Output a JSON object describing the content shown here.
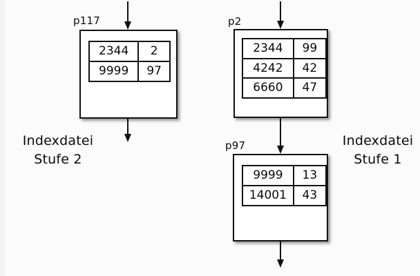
{
  "diagram": {
    "kind": "index-file-structure",
    "colors": {
      "ink": "#111111",
      "background": "#fbfbfb",
      "box_fill": "#ffffff",
      "shadow": "rgba(0,0,0,0.40)"
    },
    "nodes": {
      "p117": {
        "label": "p117",
        "rows": [
          {
            "key": "2344",
            "ptr": "2"
          },
          {
            "key": "9999",
            "ptr": "97"
          }
        ]
      },
      "p2": {
        "label": "p2",
        "rows": [
          {
            "key": "2344",
            "ptr": "99"
          },
          {
            "key": "4242",
            "ptr": "42"
          },
          {
            "key": "6660",
            "ptr": "47"
          }
        ]
      },
      "p97": {
        "label": "p97",
        "rows": [
          {
            "key": "9999",
            "ptr": "13"
          },
          {
            "key": "14001",
            "ptr": "43"
          }
        ]
      }
    },
    "captions": {
      "left": {
        "line1": "Indexdatei",
        "line2": "Stufe 2"
      },
      "right": {
        "line1": "Indexdatei",
        "line2": "Stufe 1"
      }
    },
    "icons": {
      "arrow_down": "down-arrow"
    }
  }
}
